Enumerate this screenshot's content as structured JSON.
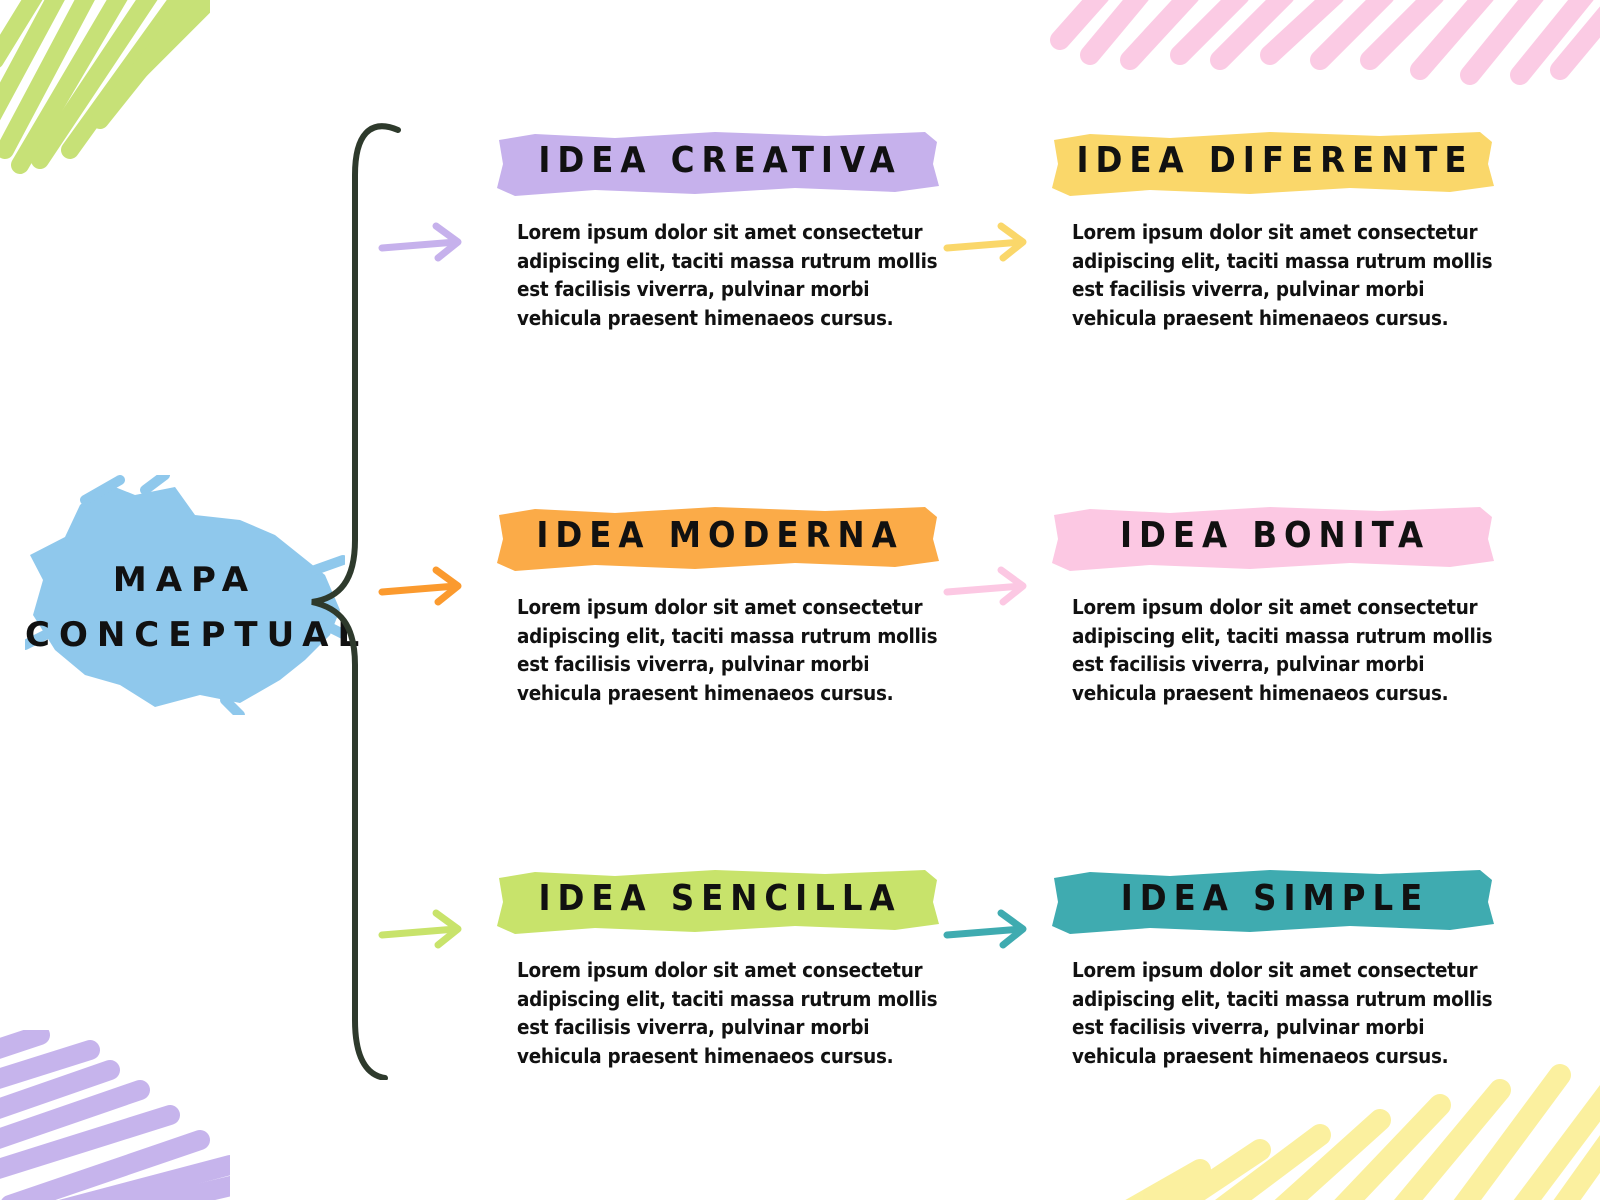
{
  "diagram": {
    "center_label_line1": "MAPA",
    "center_label_line2": "CONCEPTUAL",
    "nodes": [
      {
        "title": "IDEA CREATIVA",
        "text": "Lorem ipsum dolor sit amet consectetur adipiscing elit, taciti massa rutrum mollis est facilisis viverra, pulvinar morbi vehicula praesent himenaeos cursus.",
        "color": "#c6b1ec"
      },
      {
        "title": "IDEA DIFERENTE",
        "text": "Lorem ipsum dolor sit amet consectetur adipiscing elit, taciti massa rutrum mollis est facilisis viverra, pulvinar morbi vehicula praesent himenaeos cursus.",
        "color": "#fad76a"
      },
      {
        "title": "IDEA MODERNA",
        "text": "Lorem ipsum dolor sit amet consectetur adipiscing elit, taciti massa rutrum mollis est facilisis viverra, pulvinar morbi vehicula praesent himenaeos cursus.",
        "color": "#fbab48"
      },
      {
        "title": "IDEA BONITA",
        "text": "Lorem ipsum dolor sit amet consectetur adipiscing elit, taciti massa rutrum mollis est facilisis viverra, pulvinar morbi vehicula praesent himenaeos cursus.",
        "color": "#fcc8e3"
      },
      {
        "title": "IDEA SENCILLA",
        "text": "Lorem ipsum dolor sit amet consectetur adipiscing elit, taciti massa rutrum mollis est facilisis viverra, pulvinar morbi vehicula praesent himenaeos cursus.",
        "color": "#c8e36b"
      },
      {
        "title": "IDEA SIMPLE",
        "text": "Lorem ipsum dolor sit amet consectetur adipiscing elit, taciti massa rutrum mollis est facilisis viverra, pulvinar morbi vehicula praesent himenaeos cursus.",
        "color": "#3fabb0"
      }
    ]
  },
  "colors": {
    "center_blob": "#8fc8ec",
    "brace": "#2e3a2c",
    "arrows": [
      "#c6b1ec",
      "#fad76a",
      "#fb9a2e",
      "#fcc8e3",
      "#c8e36b",
      "#3fabb0"
    ],
    "corner_top_left": "#c5e070",
    "corner_top_right": "#fbc9e3",
    "corner_bottom_left": "#c4b1ec",
    "corner_bottom_right": "#fbf09a"
  }
}
